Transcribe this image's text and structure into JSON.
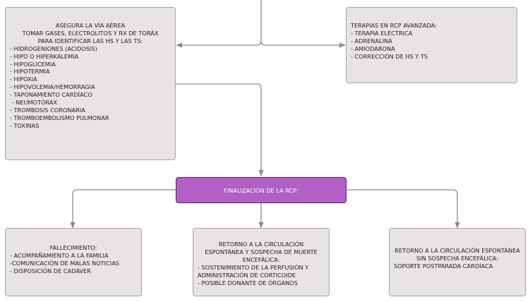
{
  "airway_box": {
    "title": "ASEGURA LA VÍA AÉREA",
    "subtitle": "TOMAR GASES, ELECTROLITOS Y RX DE TORÁX PARA IDENTIFICAR LAS HS Y LAS TS:",
    "items": [
      "- HIDROGENIONES (ACIDOSIS)",
      "- HIPO O HIPERKALEMIA",
      "- HIPOGLICEMIA",
      "- HIPOTERMIA",
      "- HIPOXIA",
      "- HIPOVOLEMIA/HEMORRAGIA",
      "- TAPONAMIENTO CARDÍACO",
      " - NEUMOTÓRAX",
      "- TROMBOSIS CORONARIA",
      "- TROMBOEMBOLISMO PULMONAR",
      "- TOXINAS"
    ]
  },
  "therapy_box": {
    "title": "TERAPIAS EN RCP AVANZADA:",
    "items": [
      "- TERAPIA ELÉCTRICA",
      "- ADRENALINA",
      "- AMIODARONA",
      "- CORRECCIÓN DE HS Y TS"
    ]
  },
  "end_box": {
    "title": "FINALIZACIÓN DE LA RCP:",
    "color": "#b25fc6"
  },
  "death_box": {
    "title": "FALLECIMIENTO:",
    "items": [
      "- ACOMPAÑAMIENTO A LA FAMILIA",
      "-COMUNICACIÓN DE MALAS NOTICIAS",
      "- DISPOSICIÓN DE CADÁVER"
    ]
  },
  "rosc_brain_box": {
    "title": "RETORNO A LA CIRCULACIÓN ESPONTÁNEA Y SOSPECHA DE MUERTE ENCEFÁLICA:",
    "items": [
      "- SOSTENIMIENTO DE LA PERFUSIÓN Y ADMINISTRACIÓN DE CORTICOIDE",
      "- POSIBLE DONANTE DE ÓRGANOS"
    ]
  },
  "rosc_box": {
    "title": "RETORNO A LA CIRCULACIÓN ESPONTÁNEA SIN SOSPECHA ENCEFÁLICA:",
    "text": "SOPORTE POSTPARADA CARDÍACA"
  }
}
